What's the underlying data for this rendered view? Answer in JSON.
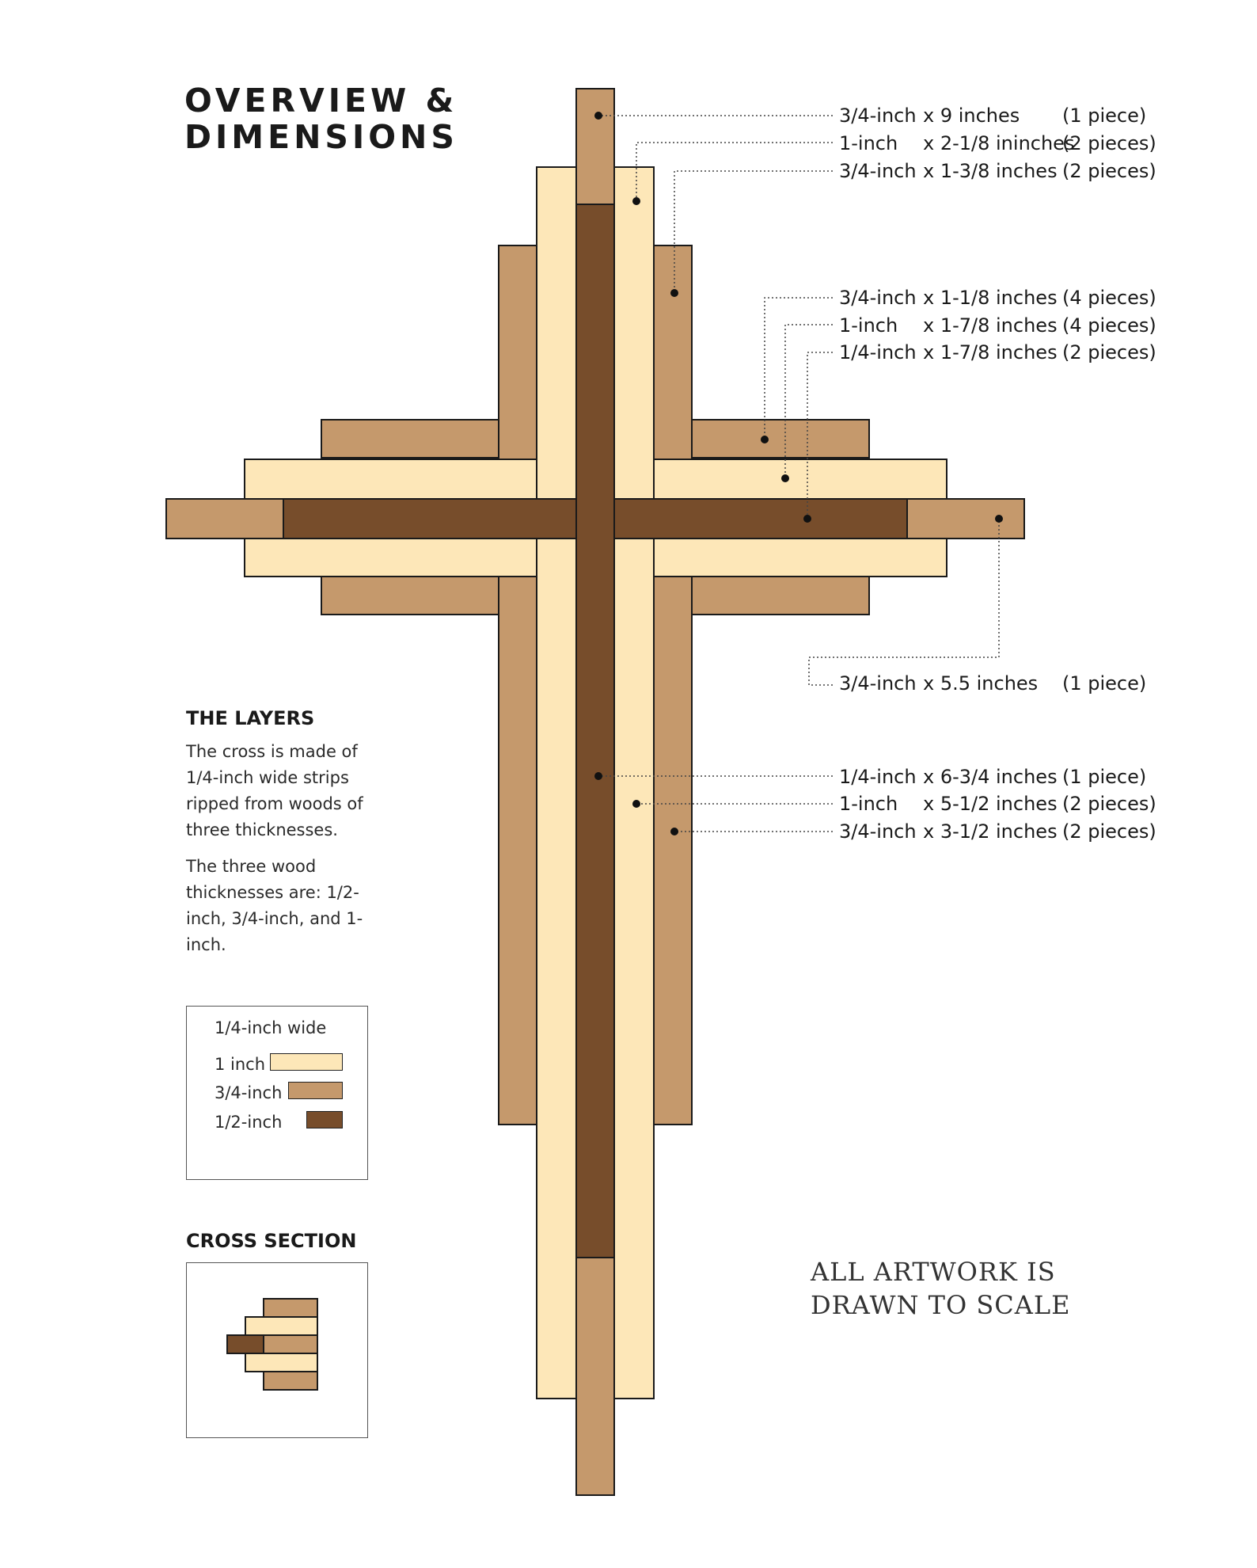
{
  "title": {
    "line1": "OVERVIEW &",
    "line2": "DIMENSIONS"
  },
  "colors": {
    "one_inch": "#FDE7B8",
    "three_quarter_inch": "#C5996C",
    "half_inch": "#774D2B",
    "outline": "#1a1a1a"
  },
  "dimensions": [
    {
      "size": "3/4-inch",
      "length": "x 9 inches",
      "qty": "(1 piece)"
    },
    {
      "size": "1-inch",
      "length": "x 2-1/8 ininches",
      "qty": "(2 pieces)"
    },
    {
      "size": "3/4-inch",
      "length": "x 1-3/8 inches",
      "qty": "(2 pieces)"
    },
    {
      "size": "3/4-inch",
      "length": "x 1-1/8 inches",
      "qty": "(4 pieces)"
    },
    {
      "size": "1-inch",
      "length": "x 1-7/8 inches",
      "qty": "(4 pieces)"
    },
    {
      "size": "1/4-inch",
      "length": "x 1-7/8 inches",
      "qty": "(2 pieces)"
    },
    {
      "size": "3/4-inch",
      "length": "x 5.5 inches",
      "qty": "(1 piece)"
    },
    {
      "size": "1/4-inch",
      "length": "x 6-3/4 inches",
      "qty": "(1 piece)"
    },
    {
      "size": "1-inch",
      "length": "x 5-1/2 inches",
      "qty": "(2 pieces)"
    },
    {
      "size": "3/4-inch",
      "length": "x 3-1/2 inches",
      "qty": "(2 pieces)"
    }
  ],
  "layers": {
    "heading": "THE LAYERS",
    "paragraph1": "The cross is made of 1/4-inch wide strips ripped from woods of three thicknesses.",
    "paragraph2": "The three wood thicknesses are: 1/2-inch, 3/4-inch, and 1-inch."
  },
  "legend": {
    "heading": "1/4-inch wide",
    "items": [
      {
        "label": "1 inch",
        "color": "#FDE7B8"
      },
      {
        "label": "3/4-inch",
        "color": "#C5996C"
      },
      {
        "label": "1/2-inch",
        "color": "#774D2B"
      }
    ]
  },
  "cross_section": {
    "heading": "CROSS SECTION"
  },
  "scale_note": {
    "line1": "ALL ARTWORK IS",
    "line2": "DRAWN TO SCALE"
  }
}
